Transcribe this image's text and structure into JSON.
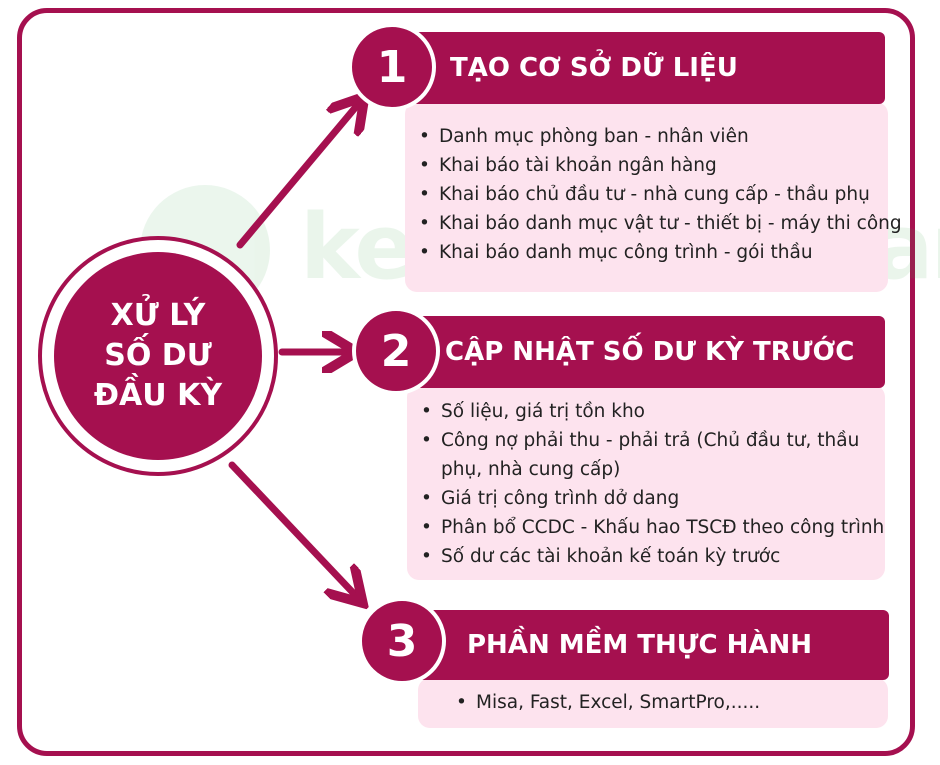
{
  "center": {
    "lines": [
      "XỬ LÝ",
      "SỐ DƯ",
      "ĐẦU KỲ"
    ]
  },
  "steps": [
    {
      "number": "1",
      "title": "TẠO CƠ SỞ DỮ LIỆU",
      "items": [
        "Danh mục phòng ban - nhân viên",
        "Khai báo tài khoản ngân hàng",
        "Khai báo chủ đầu tư - nhà cung cấp - thầu phụ",
        "Khai báo danh mục vật tư - thiết bị - máy thi công",
        "Khai báo danh mục công trình - gói thầu"
      ]
    },
    {
      "number": "2",
      "title": "CẬP NHẬT SỐ DƯ KỲ TRƯỚC",
      "items": [
        "Số liệu, giá trị tồn kho",
        "Công nợ phải thu - phải trả (Chủ đầu tư, thầu phụ, nhà cung cấp)",
        "Giá trị công trình dở dang",
        "Phân bổ CCDC - Khấu hao TSCĐ theo công trình",
        "Số dư các tài khoản kế toán kỳ trước"
      ]
    },
    {
      "number": "3",
      "title": "PHẦN MỀM THỰC HÀNH",
      "items": [
        "Misa, Fast, Excel, SmartPro,....."
      ]
    }
  ],
  "watermark": {
    "text": "ketoanvietnang"
  },
  "colors": {
    "accent": "#a5104f",
    "panel": "#fde3ee",
    "text": "#222222"
  }
}
